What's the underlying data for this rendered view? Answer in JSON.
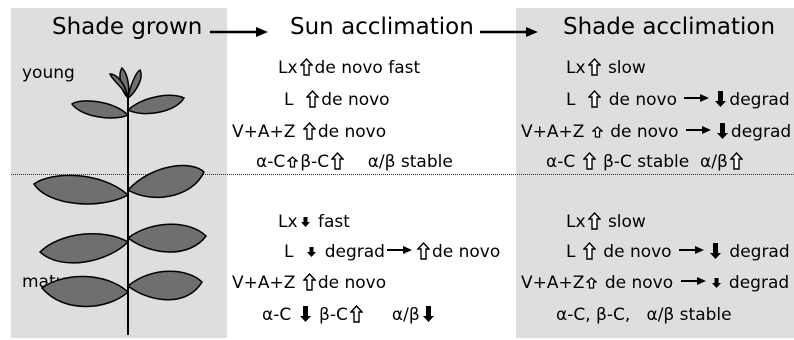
{
  "headings": {
    "col1": "Shade grown",
    "col2": "Sun acclimation",
    "col3": "Shade acclimation"
  },
  "labels": {
    "young": "young",
    "mature": "mature"
  },
  "colors": {
    "panel_gray": "#dedede",
    "ink": "#000000"
  },
  "icons": [
    "up-hollow-arrow-icon",
    "up-small-arrow-icon",
    "down-filled-arrow-icon",
    "down-small-arrow-icon",
    "right-arrow-icon"
  ],
  "text": {
    "Lx": "Lx",
    "L": "L",
    "VAZ": "V+A+Z",
    "aC": "α-C",
    "bC": "β-C",
    "ab": "α/β",
    "fast": "fast",
    "slow": "slow",
    "denovo": "de novo",
    "denovo_fast": "de novo fast",
    "degrad": "degrad",
    "stable": "stable",
    "mature_sun_l_tail": "de novo",
    "mature_shade_ab": "α-C, β-C,",
    "ab_stable": "α/β stable"
  }
}
